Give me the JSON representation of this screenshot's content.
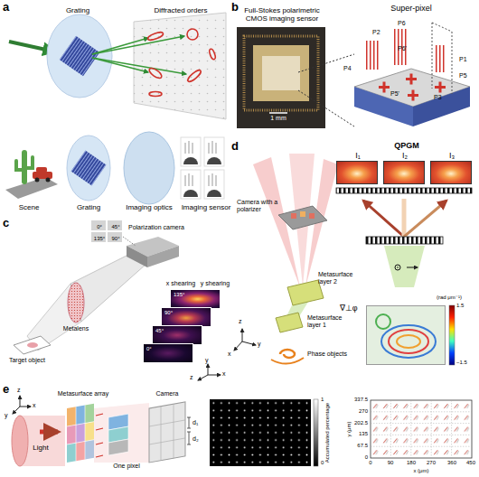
{
  "diagram": {
    "nodes": [
      {
        "text": [
          "0°"
        ]
      },
      {
        "text": [
          "45°"
        ]
      },
      {
        "text": [
          "135°"
        ]
      },
      {
        "text": [
          "90°"
        ]
      },
      {
        "text": [
          "135°"
        ]
      },
      {
        "text": [
          "90°"
        ]
      },
      {
        "text": [
          "45°"
        ]
      },
      {
        "text": [
          "0°"
        ]
      },
      {
        "text": [
          "I₁"
        ]
      },
      {
        "text": [
          "I₂"
        ]
      },
      {
        "text": [
          "I₃"
        ]
      },
      {
        "text": [
          "∇⊥φ"
        ]
      }
    ],
    "labels": [
      "a",
      "Grating",
      "Diffracted orders",
      "Scene",
      "Grating",
      "Imaging optics",
      "Imaging sensor",
      "b",
      "Full-Stokes polarimetric CMOS imaging sensor",
      "1 mm",
      "Super-pixel",
      "P6",
      "P2",
      "P6'",
      "P4",
      "P1",
      "P5",
      "P3",
      "P5'",
      "c",
      "Polarization camera",
      "x shearing",
      "y shearing",
      "Metalens",
      "Target object",
      "y",
      "x",
      "z",
      "d",
      "QPGM",
      "Camera with a polarizer",
      "Metasurface layer 2",
      "Metasurface layer 1",
      "Phase objects",
      "z",
      "y",
      "x",
      "(rad μm⁻¹)",
      "1.5",
      "−1.5",
      "e",
      "z",
      "x",
      "y",
      "Light",
      "Metasurface array",
      "Camera",
      "One pixel",
      "d₁",
      "d₂",
      "Accumulated percentage",
      "1",
      "0",
      "337.5",
      "270",
      "202.5",
      "135",
      "67.5",
      "0",
      "0",
      "90",
      "180",
      "270",
      "360",
      "450",
      "x (μm)",
      "y (μm)"
    ]
  }
}
